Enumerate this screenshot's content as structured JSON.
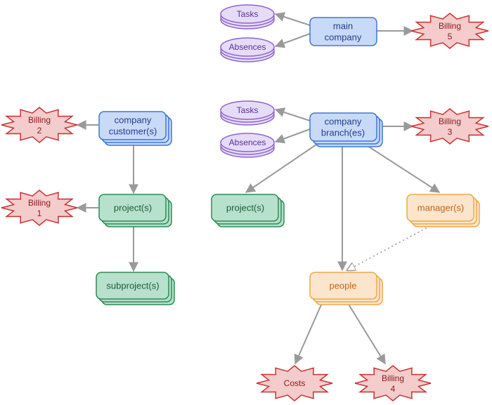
{
  "nodes": {
    "tasks_top": "Tasks",
    "absences_top": "Absences",
    "main_company": [
      "main",
      "company"
    ],
    "billing5": [
      "Billing",
      "5"
    ],
    "company_customer": [
      "company",
      "customer(s)"
    ],
    "billing2": [
      "Billing",
      "2"
    ],
    "tasks_mid": "Tasks",
    "absences_mid": "Absences",
    "company_branch": [
      "company",
      "branch(es)"
    ],
    "billing3": [
      "Billing",
      "3"
    ],
    "project_left": "project(s)",
    "billing1": [
      "Billing",
      "1"
    ],
    "subproject": "subproject(s)",
    "project_right": "project(s)",
    "manager": "manager(s)",
    "people": "people",
    "costs": "Costs",
    "billing4": [
      "Billing",
      "4"
    ]
  },
  "colors": {
    "blue_fill": "#c9daf8",
    "blue_stroke": "#3c78d8",
    "green_fill": "#b7e1cd",
    "green_stroke": "#2e8b57",
    "orange_fill": "#fce5cd",
    "orange_stroke": "#f0a84a",
    "purple_fill": "#e6dcf7",
    "purple_stroke": "#8e63ce",
    "red_fill": "#f4cccc",
    "red_stroke": "#cc3333",
    "edge": "#9a9a9a"
  }
}
